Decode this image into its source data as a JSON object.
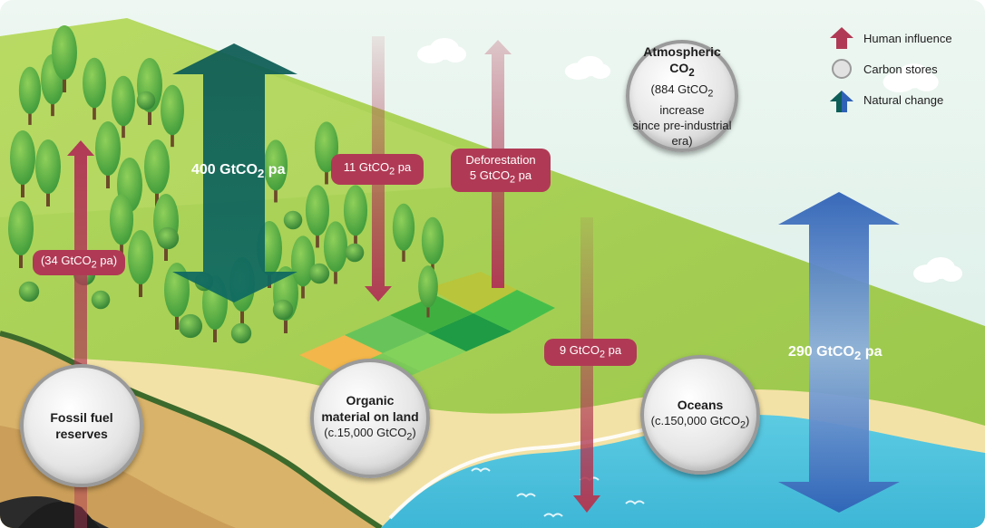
{
  "legend": {
    "human_influence": "Human influence",
    "carbon_stores": "Carbon stores",
    "natural_change": "Natural change"
  },
  "stores": {
    "atmosphere": {
      "title": "Atmospheric CO",
      "title_sub": "2",
      "line1": "(884 GtCO",
      "line1_sub": "2",
      "line1_end": " increase",
      "line2": "since pre-industrial",
      "line3": "era)"
    },
    "fossil": {
      "title1": "Fossil fuel",
      "title2": "reserves"
    },
    "land": {
      "title1": "Organic",
      "title2": "material on land",
      "detail": "(c.15,000 GtCO",
      "detail_sub": "2",
      "detail_end": ")"
    },
    "oceans": {
      "title": "Oceans",
      "detail": "(c.150,000 GtCO",
      "detail_sub": "2",
      "detail_end": ")"
    }
  },
  "flows": {
    "land_natural": {
      "value": "400 GtCO",
      "sub": "2",
      "end": " pa"
    },
    "fossil_human": {
      "value": "(34 GtCO",
      "sub": "2",
      "end": " pa)"
    },
    "land_sink": {
      "value": "11 GtCO",
      "sub": "2",
      "end": " pa"
    },
    "deforestation": {
      "label": "Deforestation",
      "value": "5 GtCO",
      "sub": "2",
      "end": " pa"
    },
    "ocean_sink": {
      "value": "9 GtCO",
      "sub": "2",
      "end": " pa"
    },
    "ocean_natural": {
      "value": "290 GtCO",
      "sub": "2",
      "end": " pa"
    }
  },
  "colors": {
    "human_arrow": "#b03a55",
    "natural_land_arrow": "#0e5e58",
    "natural_ocean_arrow": "#3a70bf",
    "sky": "#dff0ec",
    "grass": "#a8d05a",
    "sea": "#4fc3df"
  }
}
